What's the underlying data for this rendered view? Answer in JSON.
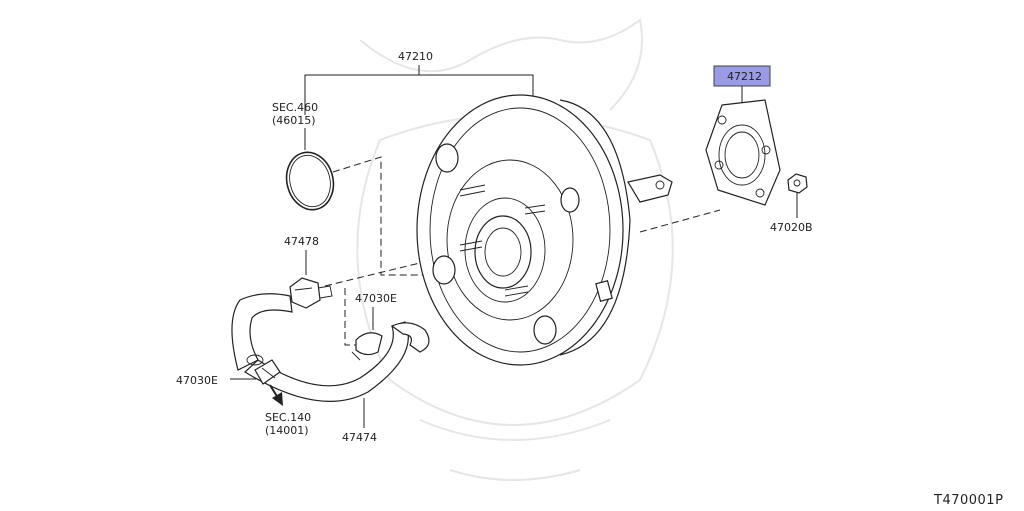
{
  "labels": {
    "booster_assembly": "47210",
    "gasket": "47212",
    "sec460_line1": "SEC.460",
    "sec460_line2": "(46015)",
    "check_valve": "47478",
    "clamp_upper": "47030E",
    "nut": "47020B",
    "clamp_lower": "47030E",
    "sec140_line1": "SEC.140",
    "sec140_line2": "(14001)",
    "vacuum_hose": "47474"
  },
  "highlight": {
    "part": "47212",
    "color": "#9a9ae6"
  },
  "diagram_code": "T470001P"
}
